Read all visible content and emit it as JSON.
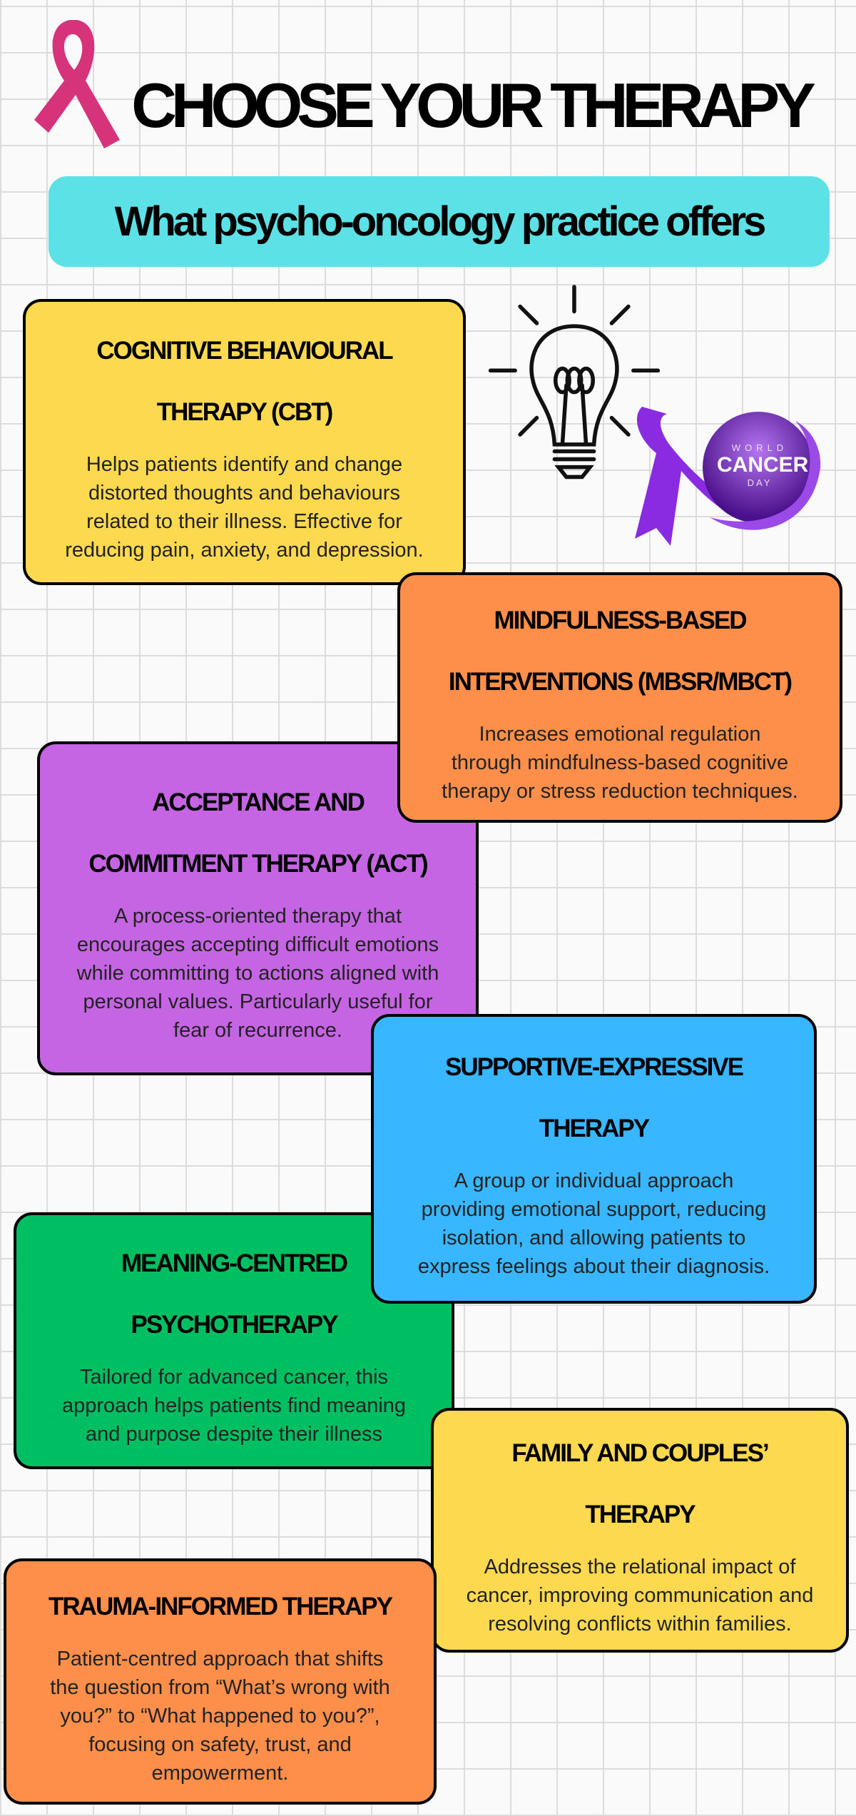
{
  "header": {
    "title": "CHOOSE YOUR THERAPY",
    "subtitle": "What psycho-oncology practice offers"
  },
  "badge": {
    "line1": "WORLD",
    "line2": "CANCER",
    "line3": "DAY"
  },
  "colors": {
    "teal": "#5ce1e6",
    "yellow": "#fdd94f",
    "orange": "#fd8f4a",
    "purple": "#c665e4",
    "blue": "#38b6ff",
    "green": "#00bf63",
    "pink_ribbon": "#d6337a",
    "purple_ribbon": "#8a2be2"
  },
  "cards": [
    {
      "heading": [
        "COGNITIVE BEHAVIOURAL",
        "THERAPY (CBT)"
      ],
      "body": [
        "Helps patients identify and change",
        "distorted thoughts and behaviours",
        "related to their illness. Effective for",
        "reducing pain, anxiety, and depression."
      ]
    },
    {
      "heading": [
        "MINDFULNESS-BASED",
        "INTERVENTIONS (MBSR/MBCT)"
      ],
      "body": [
        "Increases emotional regulation",
        "through mindfulness-based cognitive",
        "therapy or stress reduction techniques."
      ]
    },
    {
      "heading": [
        "ACCEPTANCE AND",
        "COMMITMENT THERAPY (ACT)"
      ],
      "body": [
        "A process-oriented therapy that",
        "encourages accepting difficult emotions",
        "while committing to actions aligned with",
        "personal values. Particularly useful for",
        "fear of recurrence."
      ]
    },
    {
      "heading": [
        "SUPPORTIVE-EXPRESSIVE",
        "THERAPY"
      ],
      "body": [
        "A group or individual approach",
        "providing emotional support, reducing",
        "isolation, and allowing patients to",
        "express feelings about their diagnosis."
      ]
    },
    {
      "heading": [
        "MEANING-CENTRED",
        "PSYCHOTHERAPY"
      ],
      "body": [
        "Tailored for advanced cancer, this",
        "approach helps patients find meaning",
        "and purpose despite their illness"
      ]
    },
    {
      "heading": [
        "FAMILY AND COUPLES’",
        "THERAPY"
      ],
      "body": [
        "Addresses the relational impact of",
        "cancer, improving communication and",
        "resolving conflicts within families."
      ]
    },
    {
      "heading": [
        "TRAUMA-INFORMED THERAPY"
      ],
      "body": [
        "Patient-centred approach that shifts",
        "the question from “What’s wrong with",
        "you?” to “What happened to you?”,",
        "focusing on safety, trust, and",
        "empowerment."
      ]
    }
  ]
}
